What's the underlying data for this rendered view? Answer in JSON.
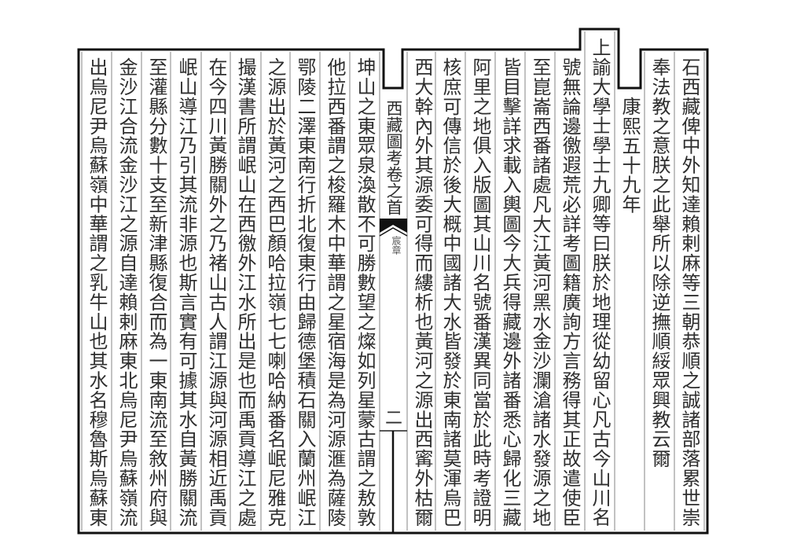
{
  "center": {
    "title": "西藏圖考卷之首",
    "section": "宸章",
    "page_number": "二",
    "marker_icon": "fish-tail-marker"
  },
  "columns": [
    "石西藏俾中外知達賴剌麻等三朝恭順之誠諸部落累世崇",
    "奉法教之意朕之此舉所以除逆撫順綏眾興教云爾",
    "康熙五十九年",
    "上諭大學士學士九卿等曰朕於地理從幼留心凡古今山川名",
    "號無論邊徼遐荒必詳考圖籍廣詢方言務得其正故遣使臣",
    "至崑崙西番諸處凡大江黃河黑水金沙瀾滄諸水發源之地",
    "皆目擊詳求載入輿圖今大兵得藏邊外諸番悉心歸化三藏",
    "阿里之地俱入版圖其山川名號番漢異同當於此時考證明",
    "核庶可傳信於後大概中國諸大水皆發於東南諸莫渾烏巴",
    "西大幹內外其源委可得而縷析也黃河之源出西寗外枯爾",
    "坤山之東眾泉渙散不可勝數望之燦如列星蒙古謂之敖敦",
    "他拉西番謂之梭羅木中華謂之星宿海是為河源滙為薩陵",
    "鄂陵二澤東南行折北復東行由歸德堡積石關入蘭州岷江",
    "之源出於黃河之西巴顏哈拉嶺七七喇哈納番名岷尼雅克",
    "撮漢書所謂岷山在西徼外江水所出是也而禹貢導江之處",
    "在今四川黃勝關外之乃褚山古人謂江源與河源相近禹貢",
    "岷山導江乃引其流非源也斯言實有可據其水自黃勝關流",
    "至灌縣分數十支至新津縣復合而為一東南流至敘州府與",
    "金沙江合流金沙江之源自達賴剌麻東北烏尼尹烏蘇嶺流",
    "出烏尼尹烏蘇嶺中華謂之乳牛山也其水名穆魯斯烏蘇東"
  ]
}
